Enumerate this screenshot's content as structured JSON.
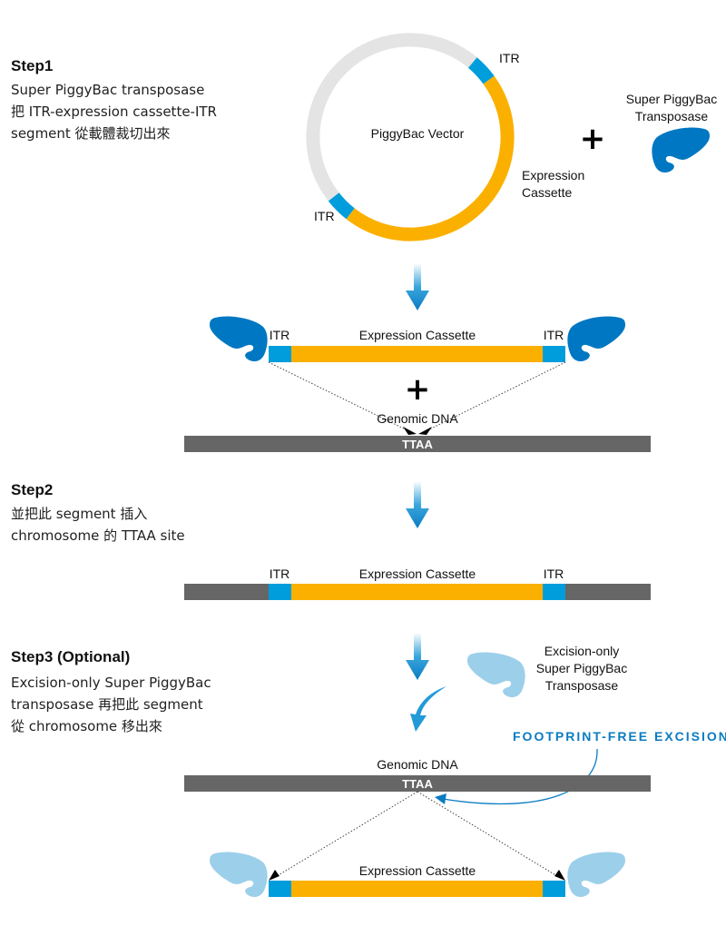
{
  "colors": {
    "transposase": "#0077c2",
    "excision_transposase": "#9ccfea",
    "itr": "#009ddc",
    "cassette": "#fbb000",
    "genomic": "#666666",
    "vector_backbone": "#e4e4e4",
    "accent": "#0a7bc2"
  },
  "step1": {
    "title": "Step1",
    "lines": [
      "Super PiggyBac transposase",
      "把 ITR-expression cassette-ITR",
      "segment 從載體裁切出來"
    ]
  },
  "step2": {
    "title": "Step2",
    "lines": [
      "並把此 segment 插入",
      "chromosome 的 TTAA site"
    ]
  },
  "step3": {
    "title": "Step3 (Optional)",
    "lines": [
      "Excision-only Super PiggyBac",
      "transposase 再把此 segment",
      "從 chromosome 移出來"
    ]
  },
  "vector": {
    "name": "PiggyBac Vector",
    "itr_top": "ITR",
    "itr_bottom": "ITR",
    "cassette_line1": "Expression",
    "cassette_line2": "Cassette"
  },
  "transposase": {
    "line1": "Super PiggyBac",
    "line2": "Transposase"
  },
  "plus": "+",
  "excision_transposase": {
    "line1": "Excision-only",
    "line2": "Super PiggyBac",
    "line3": "Transposase"
  },
  "labels": {
    "itr": "ITR",
    "cassette": "Expression Cassette",
    "genomic": "Genomic DNA",
    "ttaa": "TTAA",
    "footprint": "FOOTPRINT-FREE EXCISION"
  }
}
